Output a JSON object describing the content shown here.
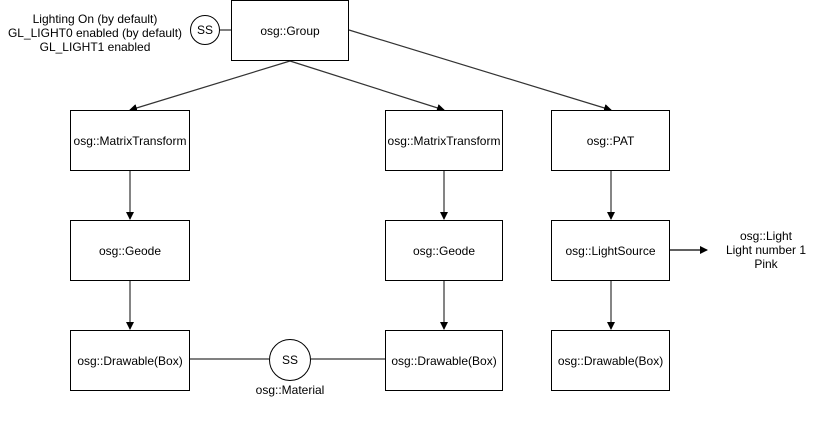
{
  "nodes": {
    "group": "osg::Group",
    "mt_left": "osg::MatrixTransform",
    "mt_mid": "osg::MatrixTransform",
    "pat": "osg::PAT",
    "geode_left": "osg::Geode",
    "geode_mid": "osg::Geode",
    "lightsource": "osg::LightSource",
    "drawable_left": "osg::Drawable(Box)",
    "drawable_mid": "osg::Drawable(Box)",
    "drawable_right": "osg::Drawable(Box)"
  },
  "statesets": {
    "top": "SS",
    "material": "SS"
  },
  "annotations": {
    "top_ss_lines": [
      "Lighting On (by default)",
      "GL_LIGHT0 enabled (by default)",
      "GL_LIGHT1 enabled"
    ],
    "material_label": "osg::Material",
    "light_lines": [
      "osg::Light",
      "Light number 1",
      "Pink"
    ]
  },
  "colors": {
    "stroke": "#333333",
    "border": "#000000",
    "background": "#ffffff"
  }
}
